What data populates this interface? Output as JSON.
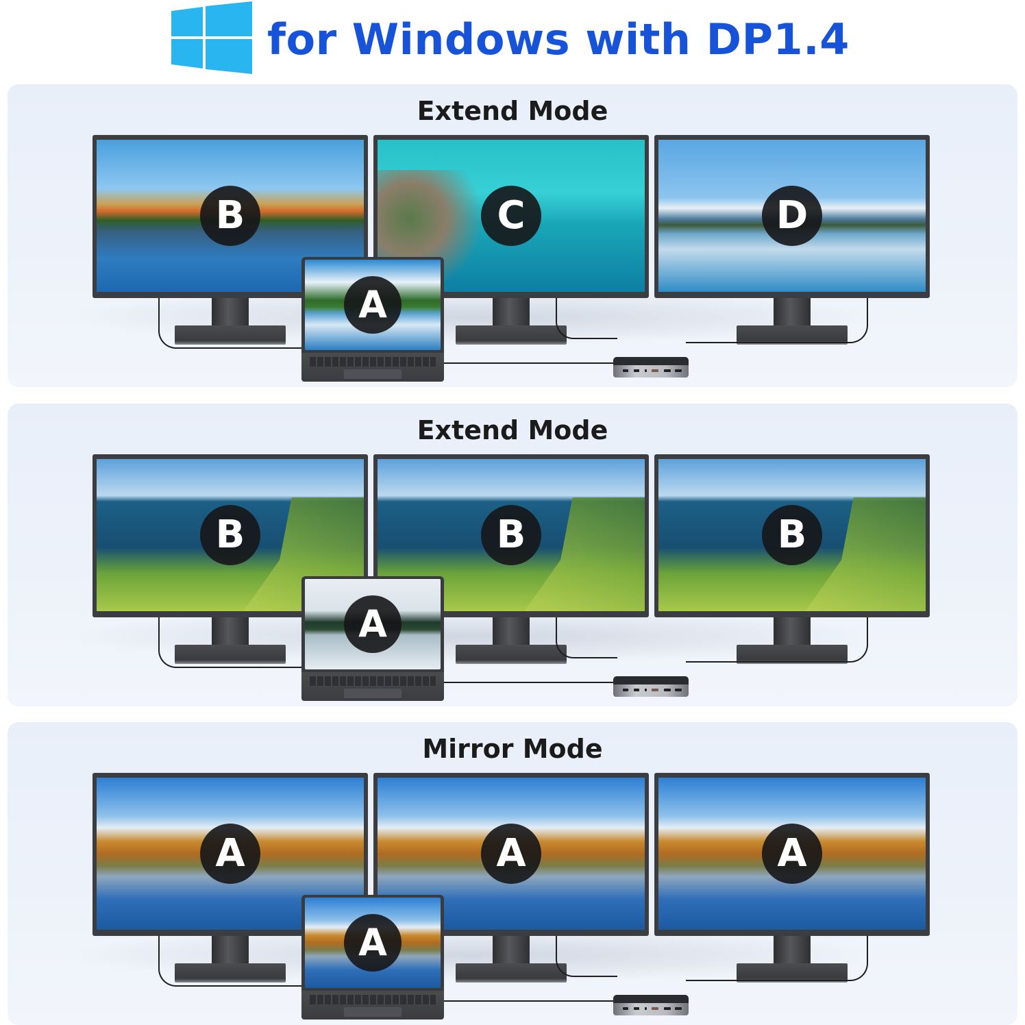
{
  "header": {
    "logo_icon": "windows-logo-icon",
    "title": "for Windows with DP1.4",
    "accent_color": "#1653d9",
    "logo_color": "#29b6f0"
  },
  "panels": [
    {
      "title": "Extend Mode",
      "monitors": [
        {
          "label": "B",
          "scene": "autumn lake"
        },
        {
          "label": "C",
          "scene": "turquoise coast"
        },
        {
          "label": "D",
          "scene": "mountain lake reflection"
        }
      ],
      "laptop": {
        "label": "A",
        "scene": "lake with clouds"
      }
    },
    {
      "title": "Extend Mode",
      "monitors": [
        {
          "label": "B",
          "scene": "coastal cliffs"
        },
        {
          "label": "B",
          "scene": "coastal cliffs"
        },
        {
          "label": "B",
          "scene": "coastal cliffs"
        }
      ],
      "laptop": {
        "label": "A",
        "scene": "forest lake"
      }
    },
    {
      "title": "Mirror Mode",
      "monitors": [
        {
          "label": "A",
          "scene": "teton mountains"
        },
        {
          "label": "A",
          "scene": "teton mountains"
        },
        {
          "label": "A",
          "scene": "teton mountains"
        }
      ],
      "laptop": {
        "label": "A",
        "scene": "teton mountains"
      }
    }
  ]
}
